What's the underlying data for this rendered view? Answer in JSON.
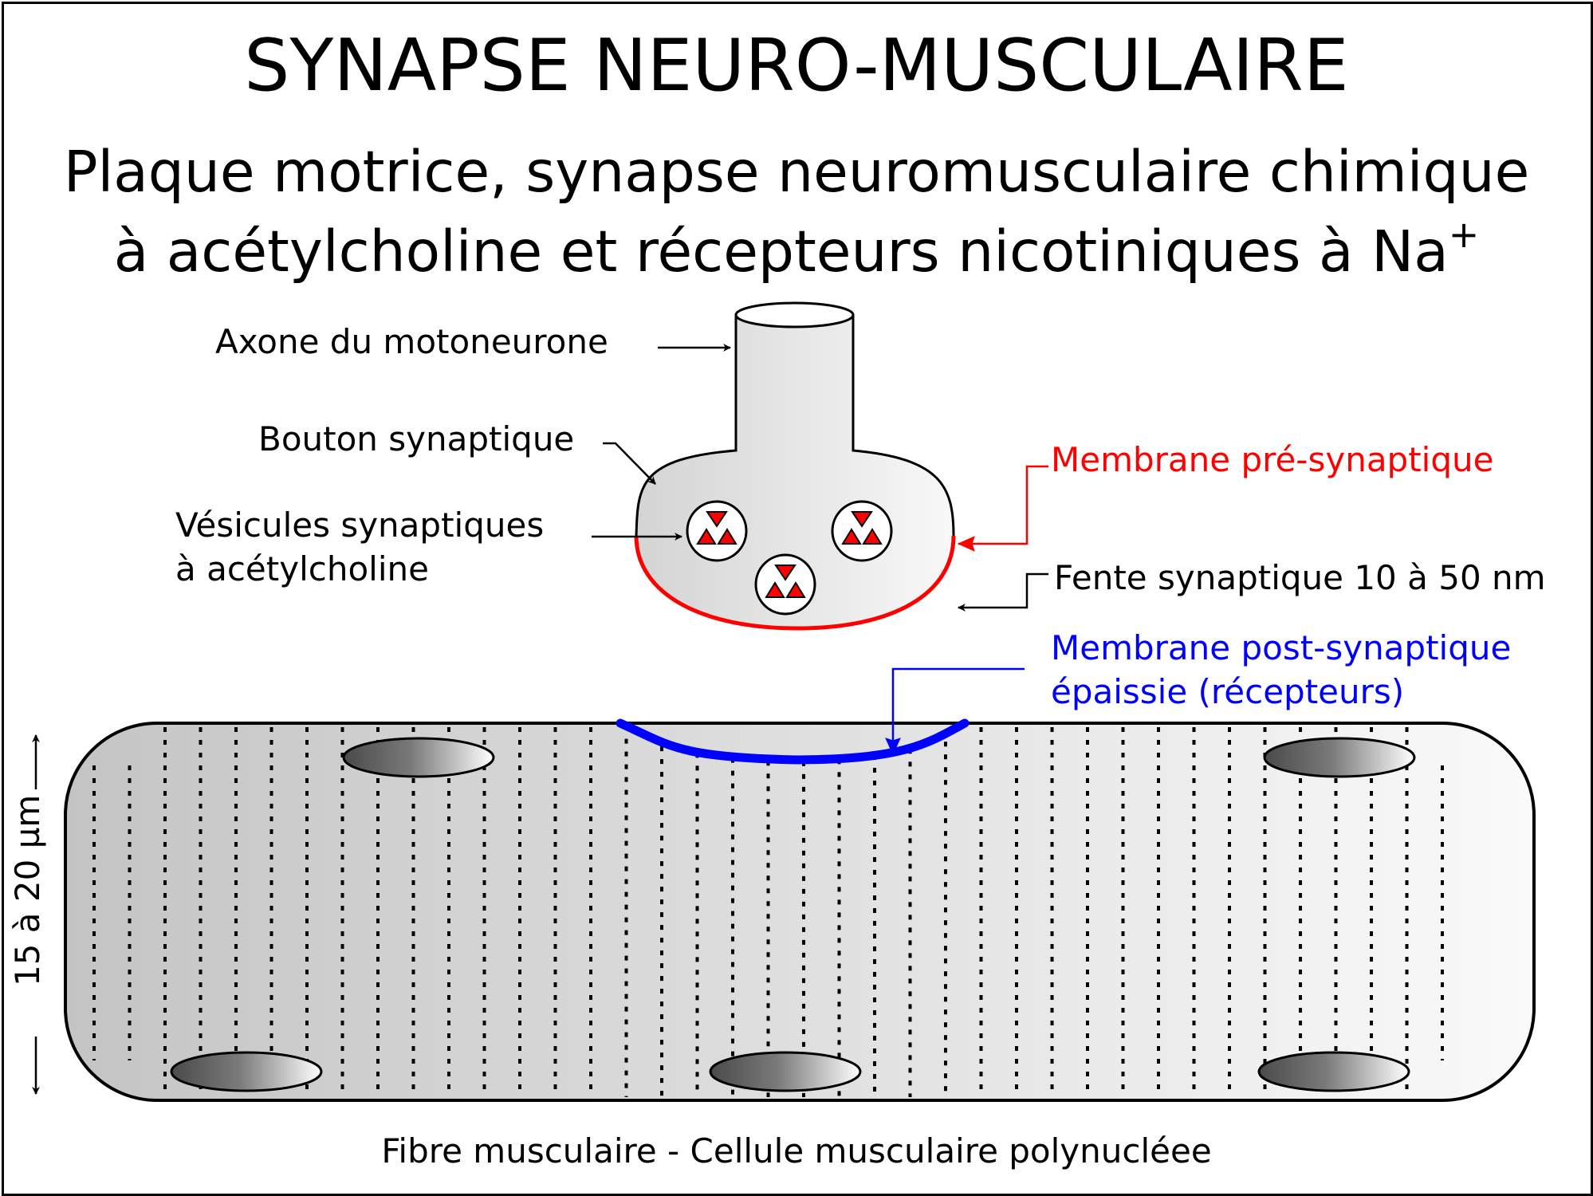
{
  "title": "SYNAPSE NEURO-MUSCULAIRE",
  "subtitle_line1": "Plaque motrice, synapse neuromusculaire chimique",
  "subtitle_line2": "à acétylcholine et récepteurs nicotiniques à Na",
  "subtitle_sup": "+",
  "labels": {
    "axone": "Axone du motoneurone",
    "bouton": "Bouton synaptique",
    "vesicules_line1": "Vésicules synaptiques",
    "vesicules_line2": "à acétylcholine",
    "membrane_pre": "Membrane pré-synaptique",
    "fente": "Fente synaptique 10 à 50 nm",
    "membrane_post_line1": "Membrane post-synaptique",
    "membrane_post_line2": "épaissie (récepteurs)",
    "fibre": "Fibre musculaire - Cellule musculaire polynucléee",
    "scale": "15 à 20 µm"
  },
  "colors": {
    "pre_membrane": "#ff0000",
    "post_membrane": "#0000ff",
    "outline": "#000000",
    "cell_fill_dark": "#c8c8c8",
    "cell_fill_light": "#f8f8f8",
    "acetylcholine": "#ff0000"
  },
  "icons": {
    "vesicle": "circle-with-triangles",
    "nucleus": "gradient-ellipse",
    "arrow": "arrowhead"
  }
}
